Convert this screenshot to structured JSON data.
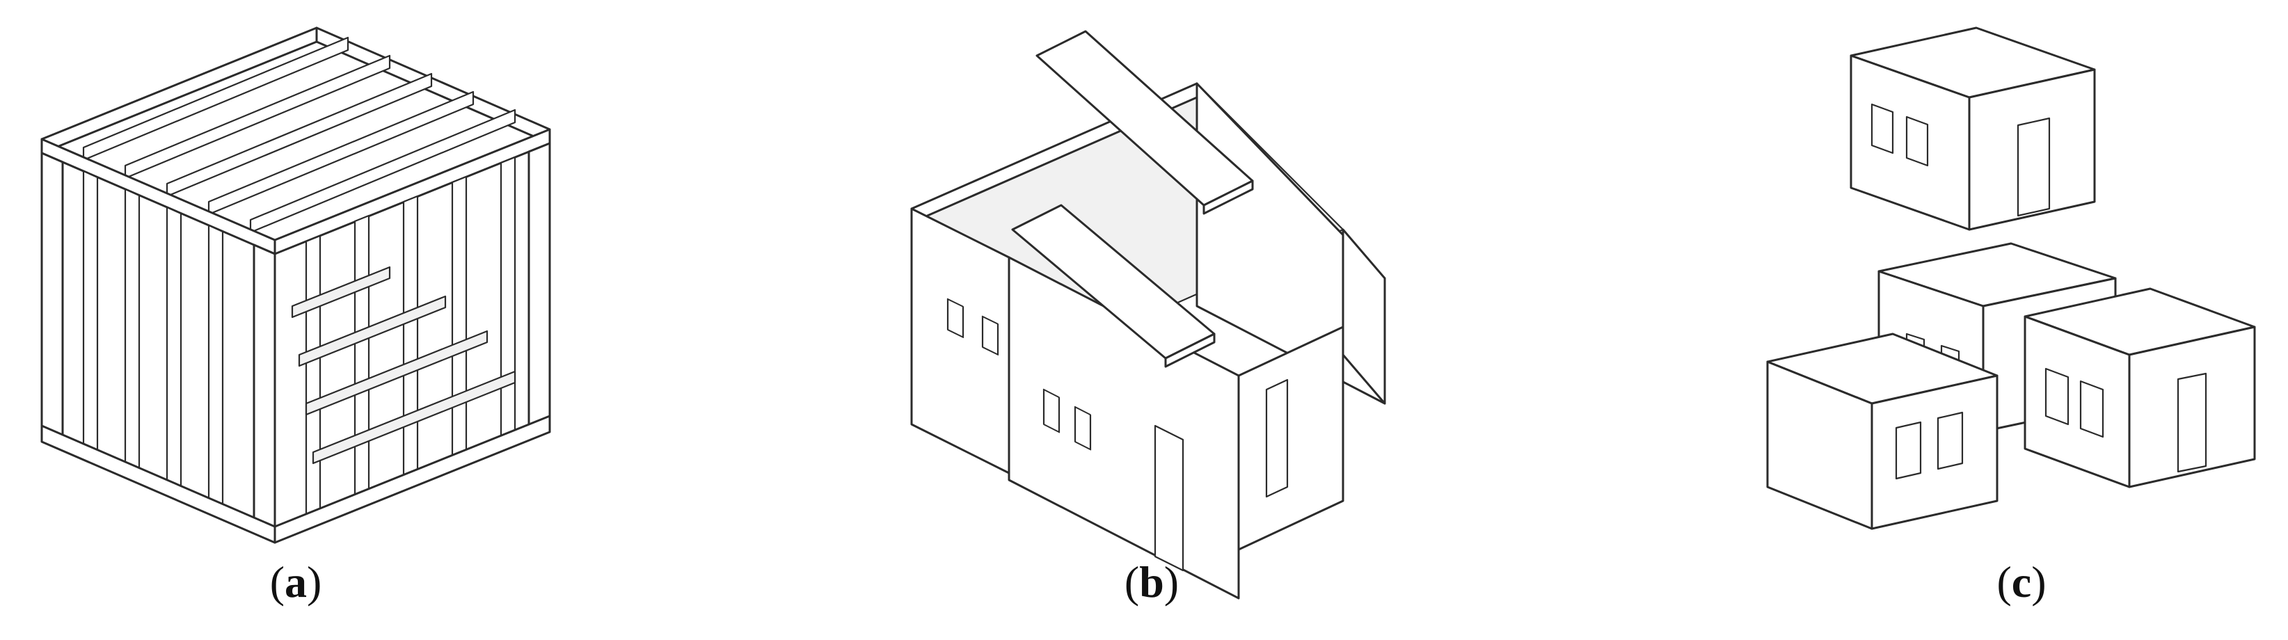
{
  "panels": [
    {
      "id": "a",
      "caption_open": "(",
      "caption_letter": "a",
      "caption_close": ")"
    },
    {
      "id": "b",
      "caption_open": "(",
      "caption_letter": "b",
      "caption_close": ")"
    },
    {
      "id": "c",
      "caption_open": "(",
      "caption_letter": "c",
      "caption_close": ")"
    }
  ]
}
